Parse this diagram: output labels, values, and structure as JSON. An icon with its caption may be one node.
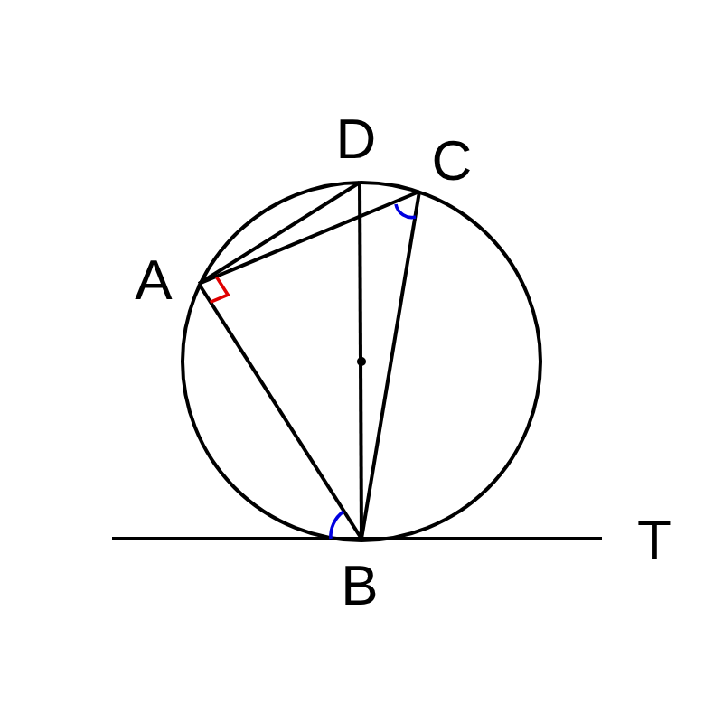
{
  "diagram": {
    "labels": [
      "D",
      "C",
      "A",
      "B",
      "T"
    ]
  }
}
